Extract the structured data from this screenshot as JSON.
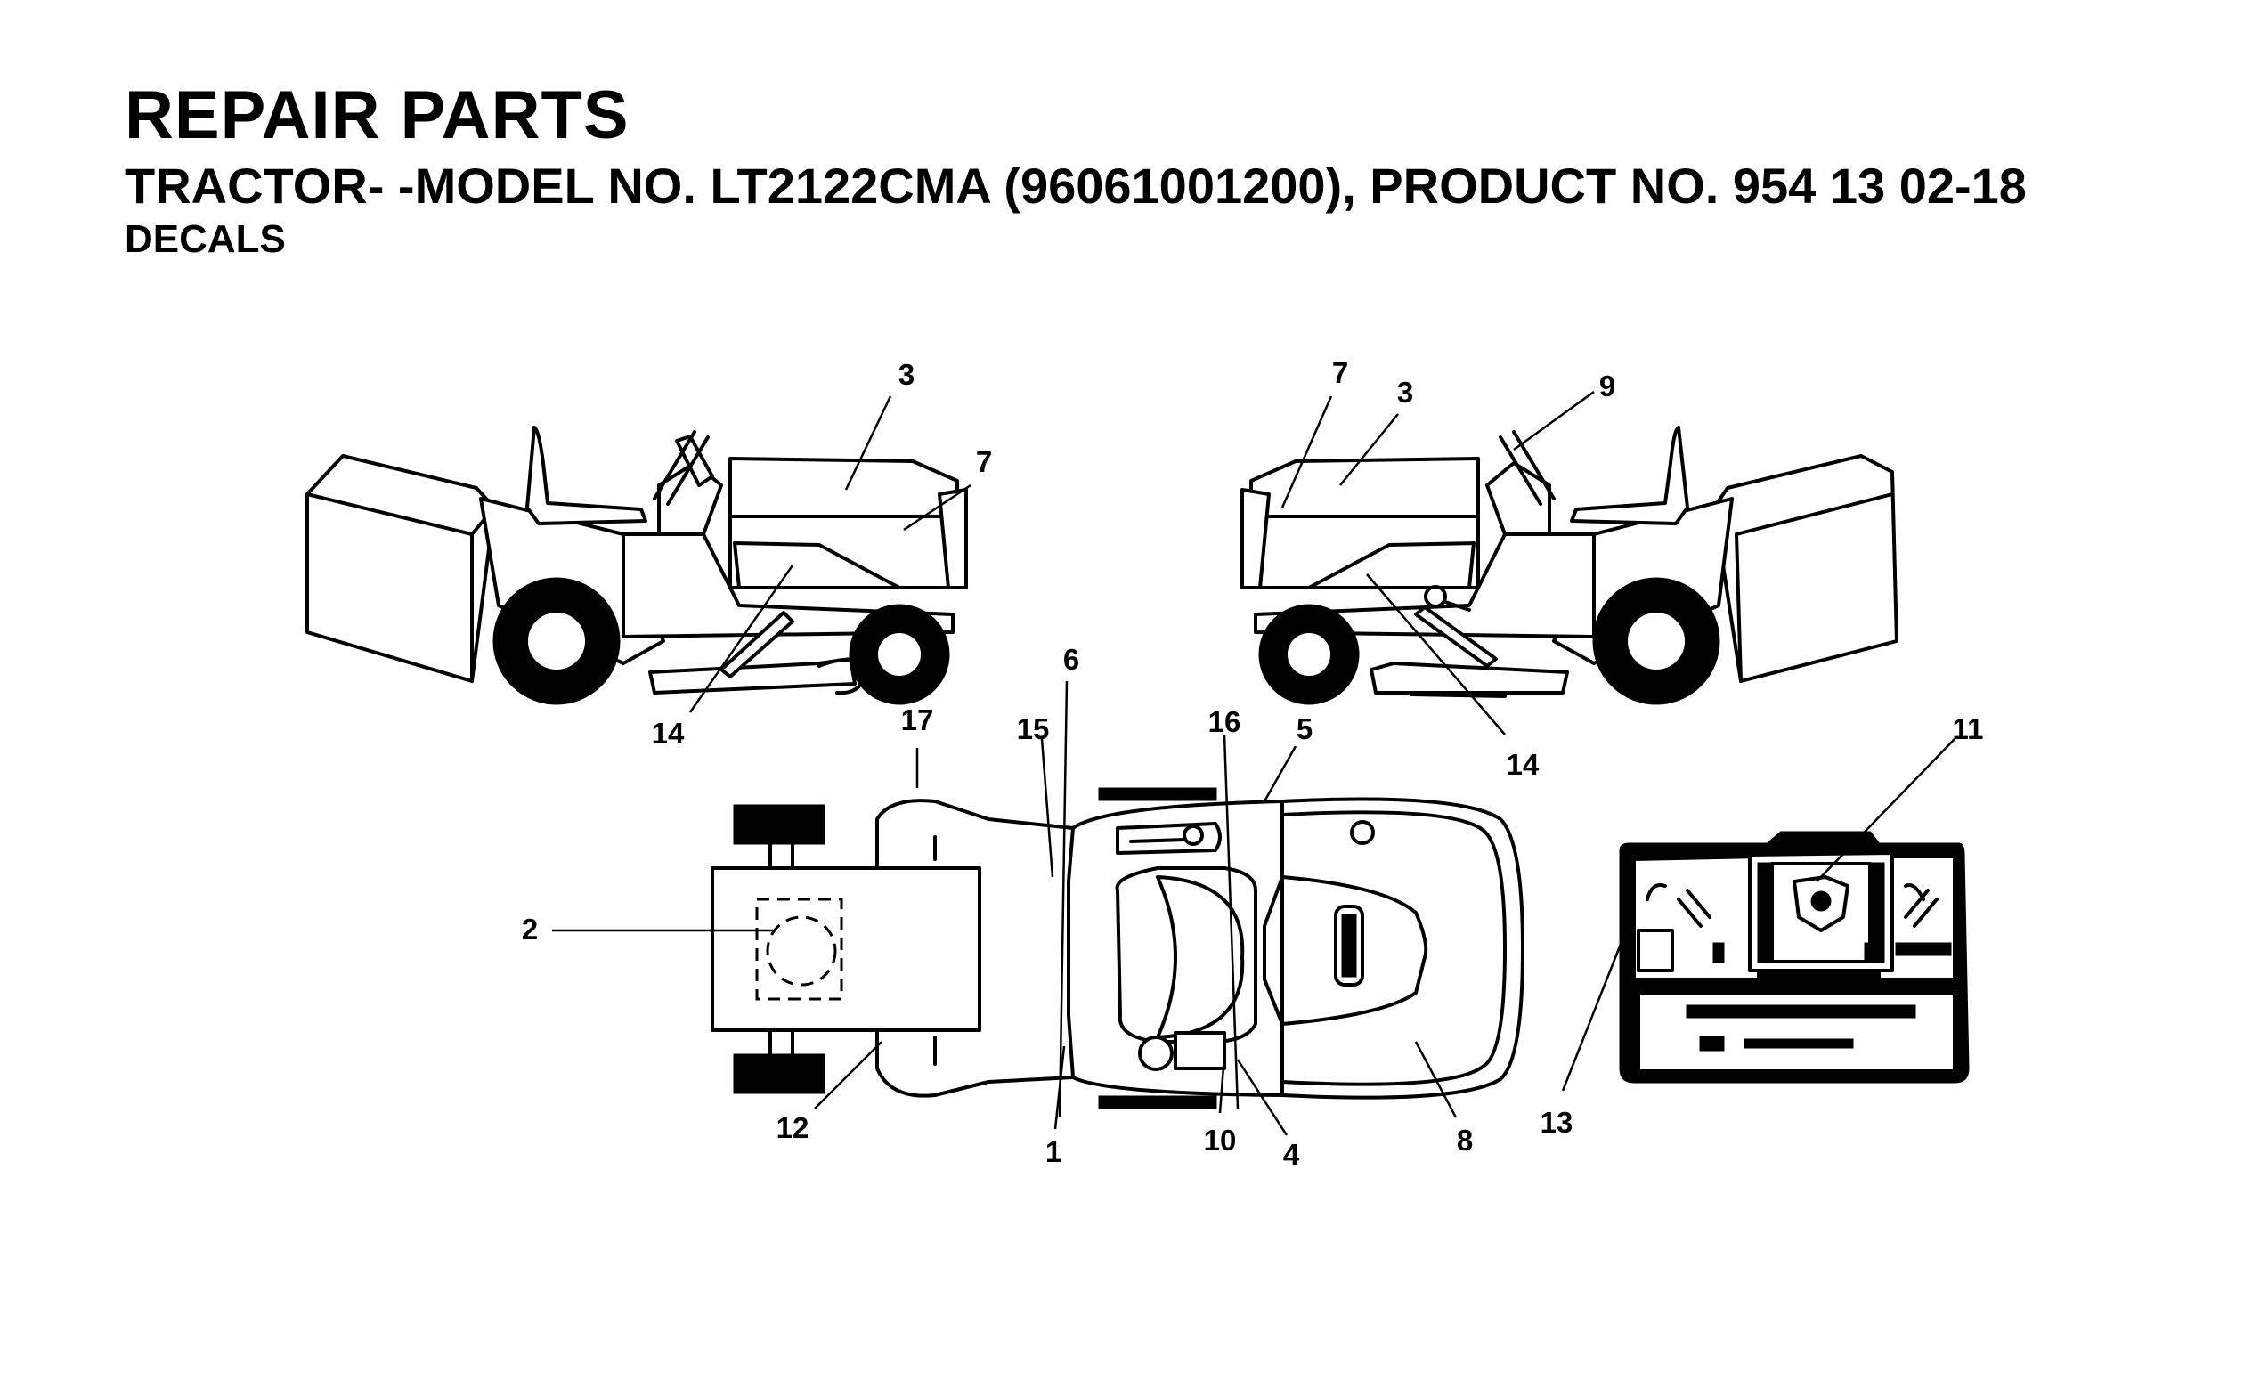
{
  "header": {
    "title": "REPAIR PARTS",
    "subtitle": "TRACTOR- -MODEL NO. LT2122CMA (96061001200), PRODUCT NO. 954 13 02-18",
    "section": "DECALS"
  },
  "callouts": {
    "c1": "1",
    "c2": "2",
    "c3a": "3",
    "c3b": "3",
    "c4": "4",
    "c5": "5",
    "c6": "6",
    "c7a": "7",
    "c7b": "7",
    "c8": "8",
    "c9": "9",
    "c10": "10",
    "c11": "11",
    "c12": "12",
    "c13": "13",
    "c14a": "14",
    "c14b": "14",
    "c15": "15",
    "c16": "16",
    "c17": "17"
  }
}
